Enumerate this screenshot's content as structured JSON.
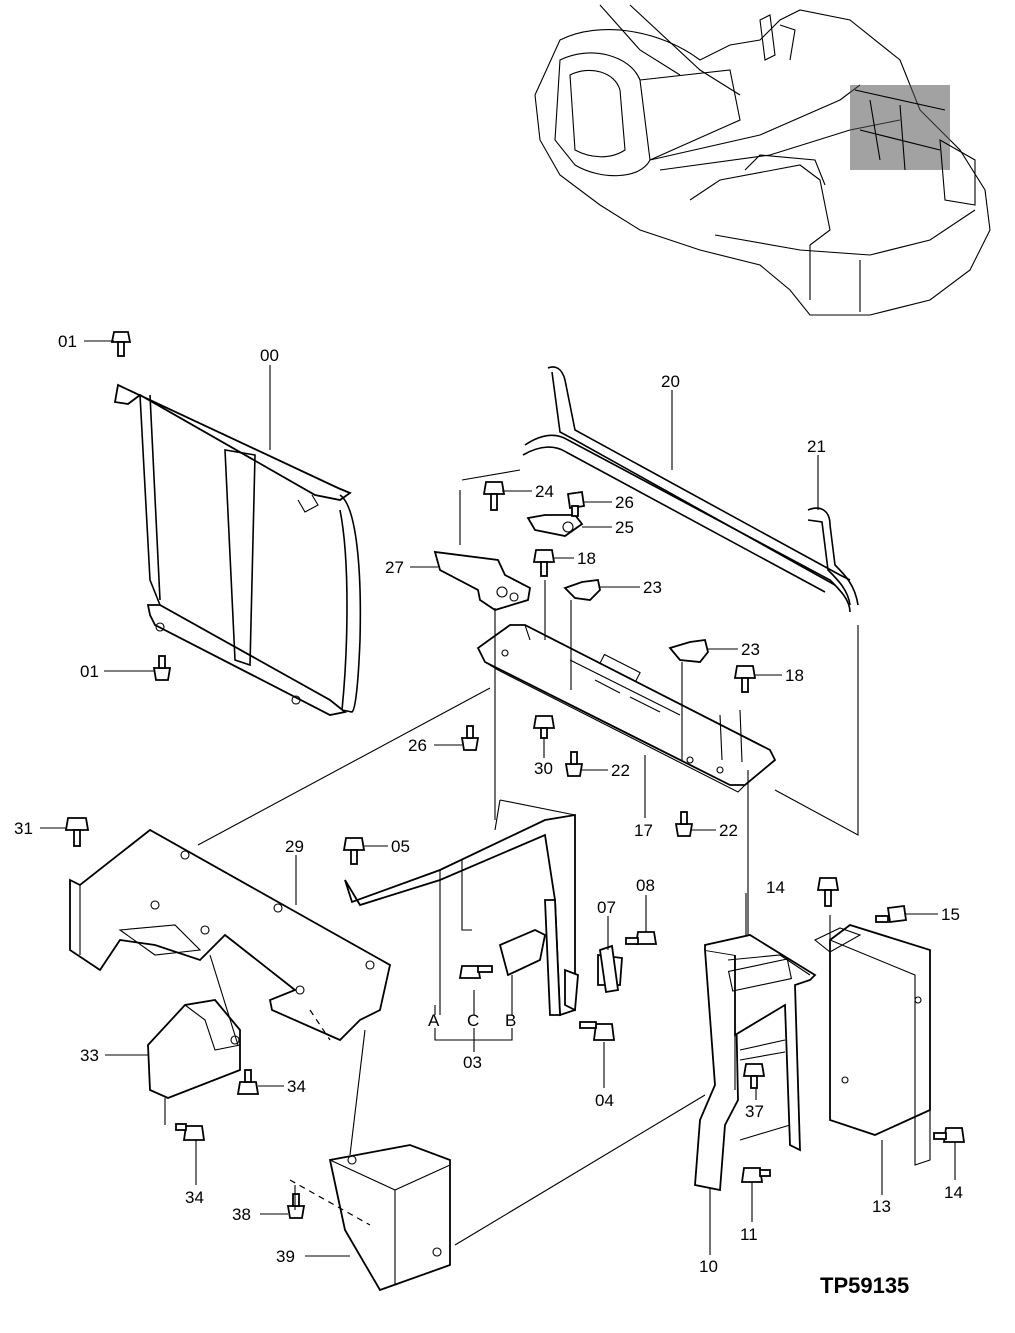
{
  "drawing_code": "TP59135",
  "callouts": [
    {
      "id": "c-00",
      "text": "00"
    },
    {
      "id": "c-01a",
      "text": "01"
    },
    {
      "id": "c-01b",
      "text": "01"
    },
    {
      "id": "c-20",
      "text": "20"
    },
    {
      "id": "c-21",
      "text": "21"
    },
    {
      "id": "c-24",
      "text": "24"
    },
    {
      "id": "c-26a",
      "text": "26"
    },
    {
      "id": "c-25",
      "text": "25"
    },
    {
      "id": "c-27",
      "text": "27"
    },
    {
      "id": "c-18a",
      "text": "18"
    },
    {
      "id": "c-23a",
      "text": "23"
    },
    {
      "id": "c-23b",
      "text": "23"
    },
    {
      "id": "c-18b",
      "text": "18"
    },
    {
      "id": "c-26b",
      "text": "26"
    },
    {
      "id": "c-30",
      "text": "30"
    },
    {
      "id": "c-22a",
      "text": "22"
    },
    {
      "id": "c-17",
      "text": "17"
    },
    {
      "id": "c-22b",
      "text": "22"
    },
    {
      "id": "c-31",
      "text": "31"
    },
    {
      "id": "c-29",
      "text": "29"
    },
    {
      "id": "c-05",
      "text": "05"
    },
    {
      "id": "c-08",
      "text": "08"
    },
    {
      "id": "c-07",
      "text": "07"
    },
    {
      "id": "c-14a",
      "text": "14"
    },
    {
      "id": "c-15",
      "text": "15"
    },
    {
      "id": "c-A",
      "text": "A"
    },
    {
      "id": "c-C",
      "text": "C"
    },
    {
      "id": "c-B",
      "text": "B"
    },
    {
      "id": "c-03",
      "text": "03"
    },
    {
      "id": "c-04",
      "text": "04"
    },
    {
      "id": "c-33",
      "text": "33"
    },
    {
      "id": "c-34a",
      "text": "34"
    },
    {
      "id": "c-34b",
      "text": "34"
    },
    {
      "id": "c-37",
      "text": "37"
    },
    {
      "id": "c-13",
      "text": "13"
    },
    {
      "id": "c-14b",
      "text": "14"
    },
    {
      "id": "c-11",
      "text": "11"
    },
    {
      "id": "c-10",
      "text": "10"
    },
    {
      "id": "c-38",
      "text": "38"
    },
    {
      "id": "c-39",
      "text": "39"
    }
  ]
}
